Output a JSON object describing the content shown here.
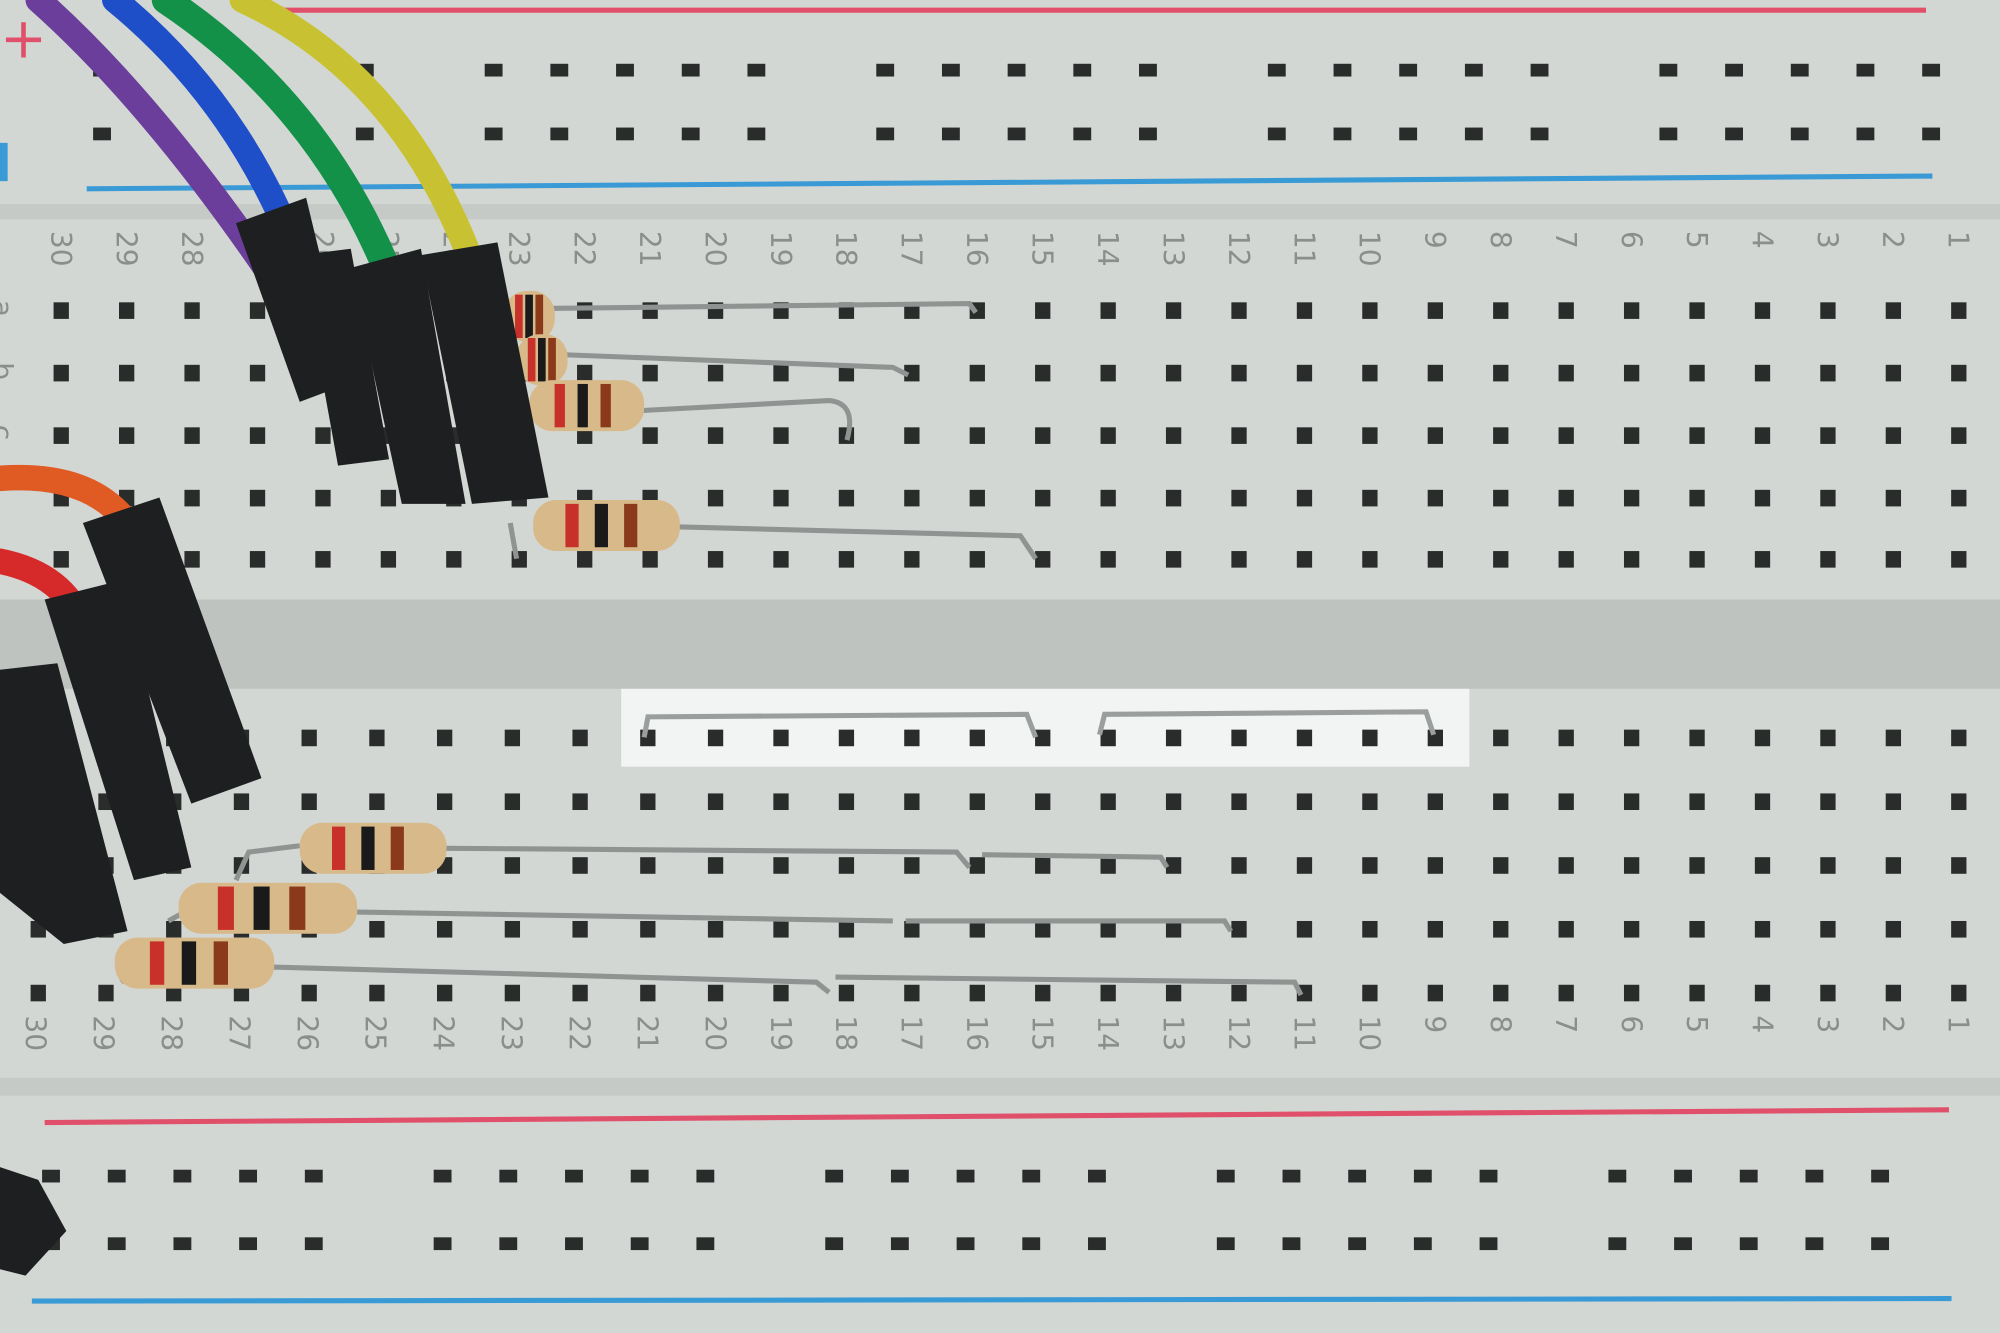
{
  "breadboard": {
    "rail_plus_label": "+",
    "rail_minus_label": "-",
    "row_letters": [
      "a",
      "b",
      "c"
    ],
    "column_numbers": [
      "30",
      "29",
      "28",
      "27",
      "26",
      "25",
      "24",
      "23",
      "22",
      "21",
      "20",
      "19",
      "18",
      "17",
      "16",
      "15",
      "14",
      "13",
      "12",
      "11",
      "10",
      "9",
      "8",
      "7",
      "6",
      "5",
      "4",
      "3",
      "2",
      "1"
    ],
    "colors": {
      "board": "#d6dad7",
      "hole": "#2a2c2b",
      "rail_red": "#e0506a",
      "rail_blue": "#3a9ad6",
      "highlight": "#f2f4f3"
    },
    "jumper_wires": [
      "purple",
      "blue",
      "green",
      "yellow",
      "orange",
      "red"
    ]
  }
}
